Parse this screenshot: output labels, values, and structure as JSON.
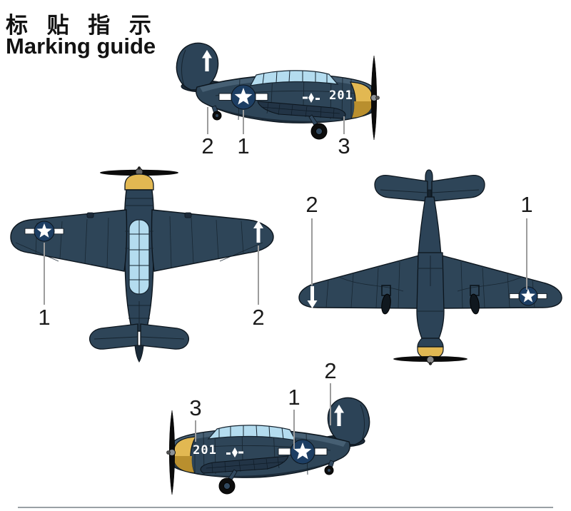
{
  "title": {
    "zh": "标 贴 指 示",
    "en": "Marking guide"
  },
  "aircraft_code": "201",
  "views": {
    "side_right": {
      "callouts": [
        {
          "label": "2"
        },
        {
          "label": "1"
        },
        {
          "label": "3"
        }
      ]
    },
    "top": {
      "callouts": [
        {
          "label": "1"
        },
        {
          "label": "2"
        }
      ]
    },
    "bottom": {
      "callouts": [
        {
          "label": "2"
        },
        {
          "label": "1"
        }
      ]
    },
    "side_left": {
      "callouts": [
        {
          "label": "3"
        },
        {
          "label": "1"
        },
        {
          "label": "2"
        }
      ]
    }
  },
  "colors": {
    "airframe_navy": "#2e4558",
    "airframe_shadow": "#1b2a38",
    "airframe_highlight": "#4a6478",
    "insignia_blue": "#1d3e63",
    "marking_white": "#ffffff",
    "cowl_yellow": "#e2b852",
    "cowl_yellow_shadow": "#b98f2e",
    "canopy_blue": "#b4dcef",
    "propeller_black": "#0b0b0b",
    "leader_line_gray": "#9c9c9c",
    "footer_rule_gray": "#9aa0a5"
  }
}
